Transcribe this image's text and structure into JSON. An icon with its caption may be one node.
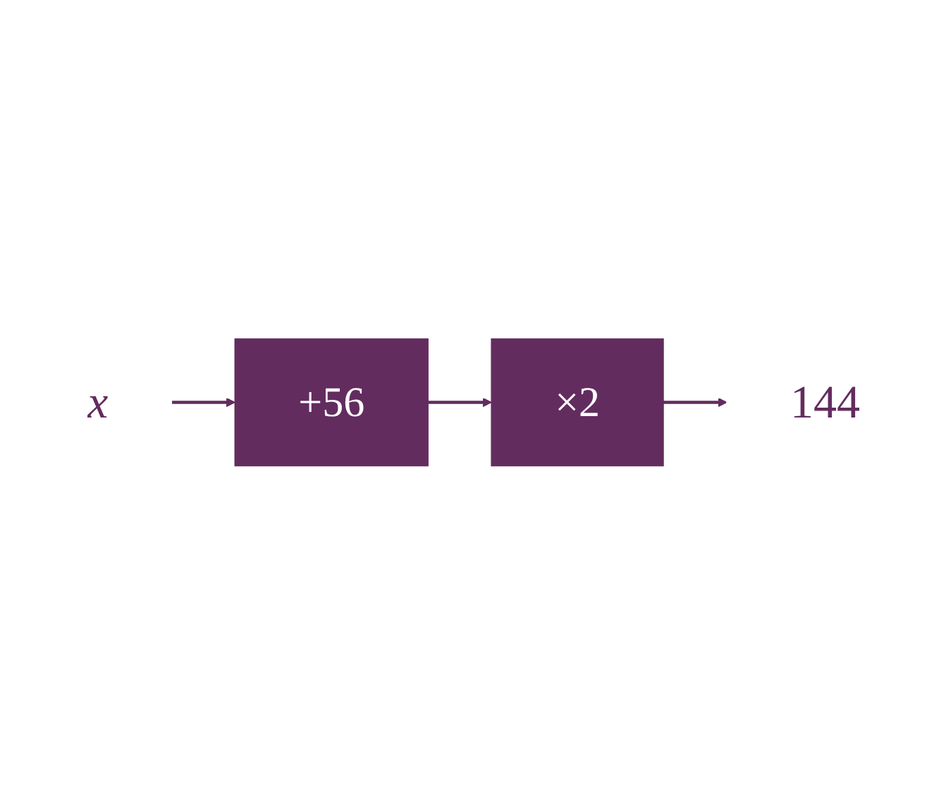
{
  "diagram": {
    "nodes": [
      {
        "text": [
          "x"
        ]
      },
      {
        "text": [
          "+56"
        ]
      },
      {
        "text": [
          "×2"
        ]
      },
      {
        "text": [
          "144"
        ]
      }
    ],
    "edges": [
      {
        "from": 0,
        "to": 1,
        "arrow": "to"
      },
      {
        "from": 1,
        "to": 2,
        "arrow": "to"
      },
      {
        "from": 2,
        "to": 3,
        "arrow": "to"
      }
    ]
  }
}
